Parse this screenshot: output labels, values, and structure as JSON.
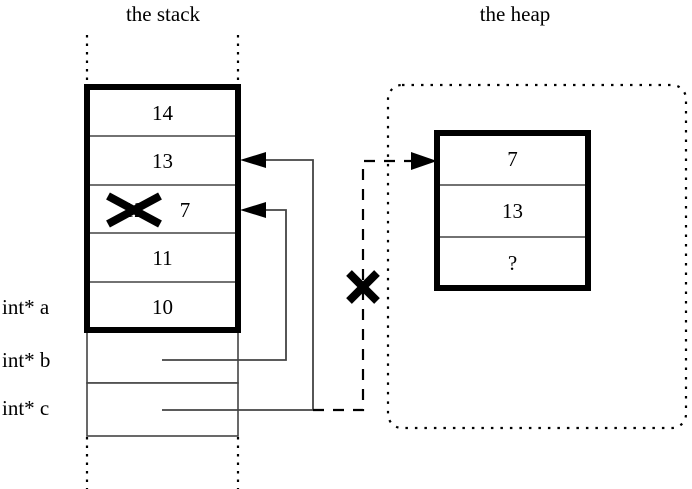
{
  "titles": {
    "stack": "the stack",
    "heap": "the heap"
  },
  "stack": {
    "frame_cells": [
      {
        "value": "14"
      },
      {
        "value": "13"
      },
      {
        "value": "12",
        "struck": true,
        "new_value": "7"
      },
      {
        "value": "11"
      },
      {
        "value": "10"
      }
    ],
    "pointer_cells": [
      {
        "value": ""
      },
      {
        "value": ""
      }
    ],
    "labels": [
      {
        "text": "int* a"
      },
      {
        "text": "int* b"
      },
      {
        "text": "int* c"
      }
    ]
  },
  "heap": {
    "block_cells": [
      {
        "value": "7"
      },
      {
        "value": "13"
      },
      {
        "value": "?"
      }
    ]
  },
  "marks": {
    "cross_over_value": "X",
    "cross_over_pointer": "X"
  },
  "colors": {
    "ink": "#000000",
    "background": "#ffffff",
    "thin_line": "#444444"
  }
}
